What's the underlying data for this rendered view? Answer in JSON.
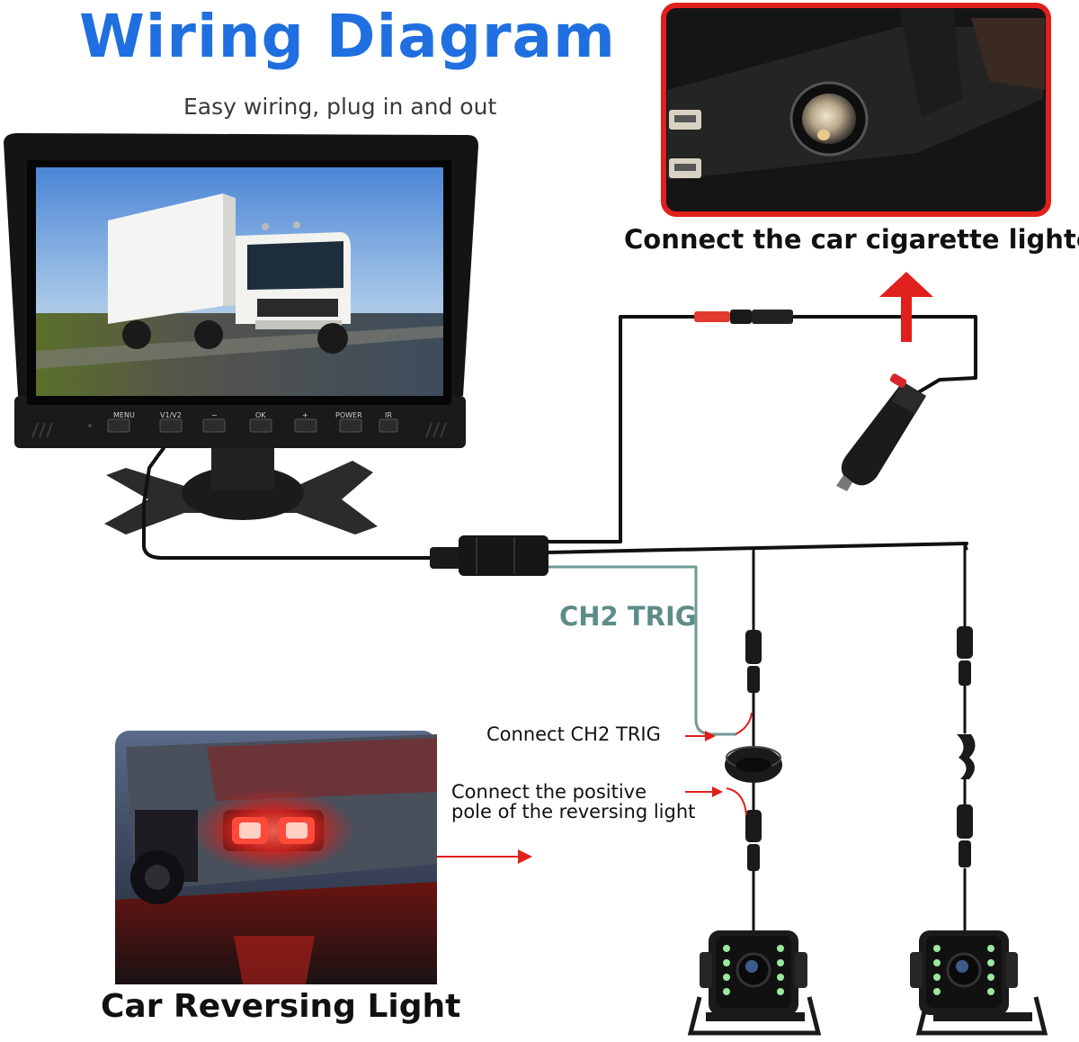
{
  "title": "Wiring Diagram",
  "subtitle": "Easy wiring, plug in and out",
  "lighter_caption": "Connect the car cigarette lighter",
  "ch2_label": "CH2 TRIG",
  "connect_ch2_label": "Connect CH2 TRIG",
  "positive_pole_label": {
    "line1": "Connect the positive",
    "line2": "pole of the reversing light"
  },
  "reversing_light_caption": "Car Reversing Light",
  "monitor_buttons": [
    "MENU",
    "V1/V2",
    "−",
    "OK",
    "+",
    "POWER",
    "IR"
  ],
  "colors": {
    "title": "#1f6fe0",
    "ch2_wire": "#6f9a95",
    "arrow_red": "#e0201c",
    "frame_red": "#e0201c",
    "cable": "#111111",
    "led": "#9be8a0"
  },
  "icons": [
    "monitor-icon",
    "cigarette-plug-icon",
    "camera-icon",
    "lighter-socket-photo",
    "reversing-light-photo",
    "truck-icon"
  ]
}
